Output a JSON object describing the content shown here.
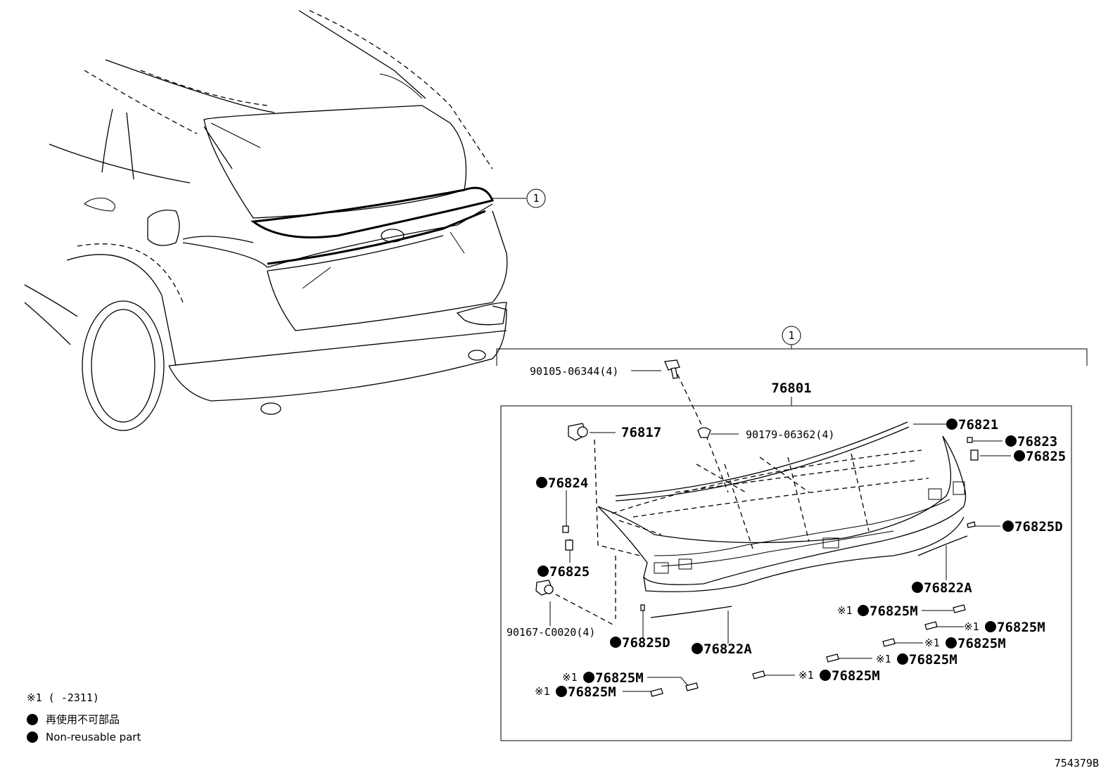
{
  "ref_marker": "1",
  "main_part": "76801",
  "parts": [
    {
      "id": "bolt-1",
      "label": "90105-06344(4)",
      "reusable": true,
      "note": ""
    },
    {
      "id": "clip-1",
      "label": "90179-06362(4)",
      "reusable": true,
      "note": ""
    },
    {
      "id": "grommet",
      "label": "76817",
      "reusable": true,
      "note": ""
    },
    {
      "id": "strip-top",
      "label": "76821",
      "reusable": false,
      "note": ""
    },
    {
      "id": "small-a",
      "label": "76823",
      "reusable": false,
      "note": ""
    },
    {
      "id": "small-b",
      "label": "76825",
      "reusable": false,
      "note": ""
    },
    {
      "id": "left-pad",
      "label": "76824",
      "reusable": false,
      "note": ""
    },
    {
      "id": "left-pad-b",
      "label": "76825",
      "reusable": false,
      "note": ""
    },
    {
      "id": "bolt-2",
      "label": "90167-C0020(4)",
      "reusable": true,
      "note": ""
    },
    {
      "id": "clip-right",
      "label": "76825D",
      "reusable": false,
      "note": ""
    },
    {
      "id": "strip-right",
      "label": "76822A",
      "reusable": false,
      "note": ""
    },
    {
      "id": "clip-left",
      "label": "76825D",
      "reusable": false,
      "note": ""
    },
    {
      "id": "strip-left",
      "label": "76822A",
      "reusable": false,
      "note": ""
    },
    {
      "id": "m1",
      "label": "76825M",
      "reusable": false,
      "note": "※1"
    },
    {
      "id": "m2",
      "label": "76825M",
      "reusable": false,
      "note": "※1"
    },
    {
      "id": "m3",
      "label": "76825M",
      "reusable": false,
      "note": "※1"
    },
    {
      "id": "m4",
      "label": "76825M",
      "reusable": false,
      "note": "※1"
    },
    {
      "id": "m5",
      "label": "76825M",
      "reusable": false,
      "note": "※1"
    },
    {
      "id": "m6",
      "label": "76825M",
      "reusable": false,
      "note": "※1"
    },
    {
      "id": "m7",
      "label": "76825M",
      "reusable": false,
      "note": "※1"
    }
  ],
  "legend": {
    "note1": "※1 (      -2311)",
    "non_reusable_jp": "再使用不可部品",
    "non_reusable_en": "Non-reusable part"
  },
  "figure_id": "754379B"
}
